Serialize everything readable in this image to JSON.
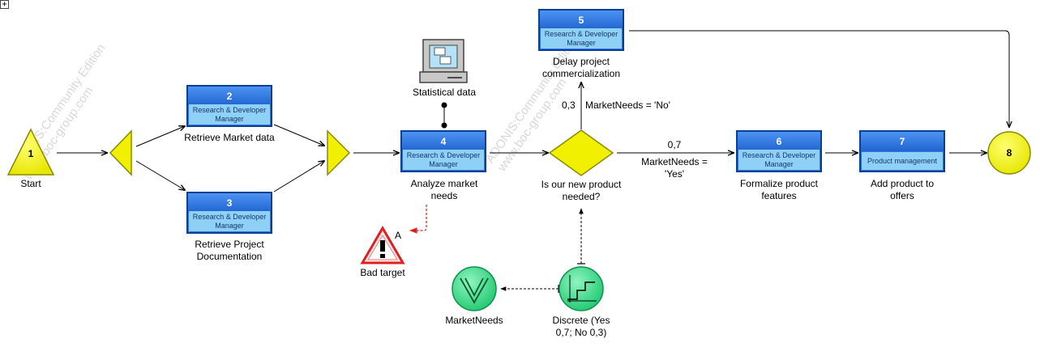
{
  "watermark": {
    "line1": "ADONIS:Community Edition",
    "line2": "www.boc-group.com"
  },
  "expand_button": "+",
  "start": {
    "number": "1",
    "label": "Start"
  },
  "end": {
    "number": "8"
  },
  "tasks": [
    {
      "number": "2",
      "role": "Research & Developer Manager",
      "label": "Retrieve Market data"
    },
    {
      "number": "3",
      "role": "Research & Developer Manager",
      "label": "Retrieve Project Documentation"
    },
    {
      "number": "4",
      "role": "Research & Developer Manager",
      "label": "Analyze market needs"
    },
    {
      "number": "5",
      "role": "Research & Developer Manager",
      "label": "Delay project commercialization"
    },
    {
      "number": "6",
      "role": "Research & Developer Manager",
      "label": "Formalize product features"
    },
    {
      "number": "7",
      "role": "Product management",
      "label": "Add product to offers"
    }
  ],
  "decision": {
    "label": "Is our new product needed?"
  },
  "branches": {
    "no": {
      "probability": "0,3",
      "condition": "MarketNeeds = 'No'"
    },
    "yes": {
      "probability": "0,7",
      "condition": "MarketNeeds = 'Yes'"
    }
  },
  "resource": {
    "label": "Statistical data"
  },
  "risk": {
    "label": "Bad target",
    "tag": "A"
  },
  "variable": {
    "label": "MarketNeeds"
  },
  "distribution": {
    "label": "Discrete (Yes 0,7; No 0,3)"
  },
  "colors": {
    "task_header": "#2f75e0",
    "task_role": "#8fd0f7",
    "event_yellow": "#f0f000",
    "variable_green": "#3ee08f",
    "risk_red": "#e02020"
  }
}
